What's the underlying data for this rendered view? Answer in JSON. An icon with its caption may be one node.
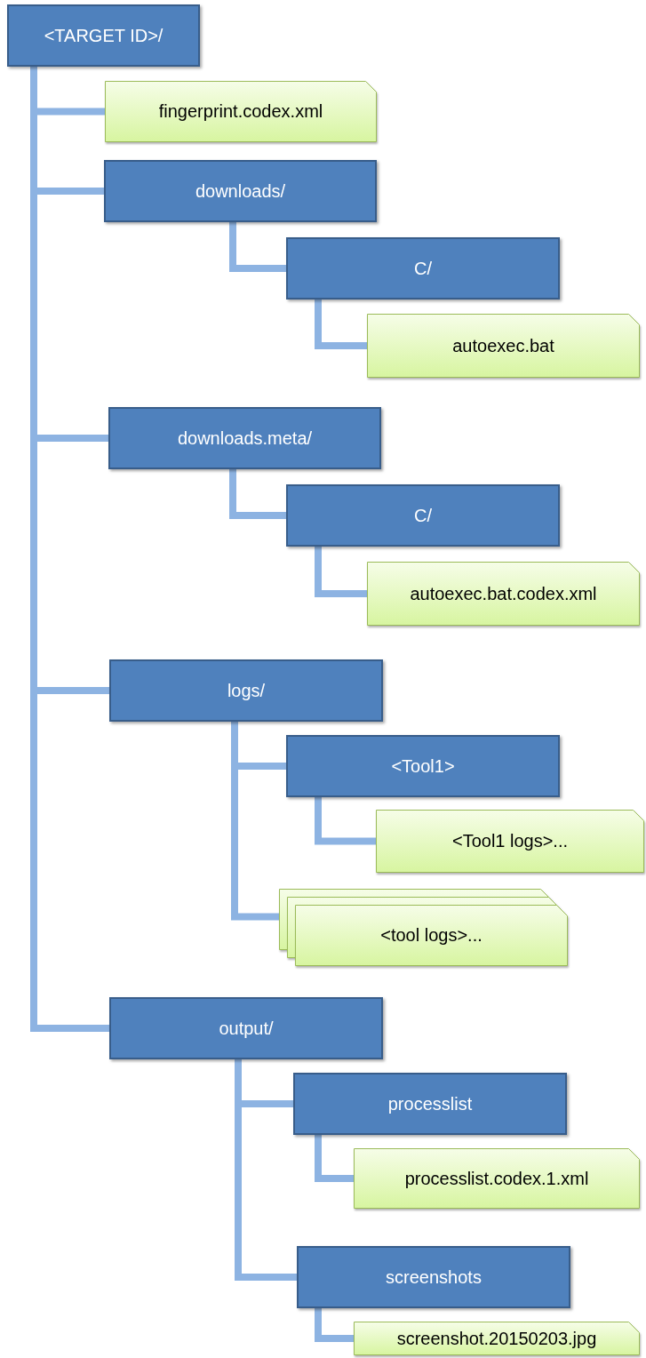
{
  "diagram": {
    "nodes": [
      {
        "text": [
          "<TARGET ID>/"
        ]
      },
      {
        "text": [
          "fingerprint.codex.xml"
        ]
      },
      {
        "text": [
          "downloads/"
        ]
      },
      {
        "text": [
          "C/"
        ]
      },
      {
        "text": [
          "autoexec.bat"
        ]
      },
      {
        "text": [
          "downloads.meta/"
        ]
      },
      {
        "text": [
          "C/"
        ]
      },
      {
        "text": [
          "autoexec.bat.codex.xml"
        ]
      },
      {
        "text": [
          "logs/"
        ]
      },
      {
        "text": [
          "<Tool1>"
        ]
      },
      {
        "text": [
          "<Tool1 logs>..."
        ]
      },
      {
        "text": [
          "<tool logs>..."
        ]
      },
      {
        "text": [
          "output/"
        ]
      },
      {
        "text": [
          "processlist"
        ]
      },
      {
        "text": [
          "processlist.codex.1.xml"
        ]
      },
      {
        "text": [
          "screenshots"
        ]
      },
      {
        "text": [
          "screenshot.20150203.jpg"
        ]
      }
    ],
    "edges": [
      {
        "from": 0,
        "to": 1,
        "arrow": "none"
      },
      {
        "from": 0,
        "to": 2,
        "arrow": "none"
      },
      {
        "from": 2,
        "to": 3,
        "arrow": "none"
      },
      {
        "from": 3,
        "to": 4,
        "arrow": "none"
      },
      {
        "from": 0,
        "to": 5,
        "arrow": "none"
      },
      {
        "from": 5,
        "to": 6,
        "arrow": "none"
      },
      {
        "from": 6,
        "to": 7,
        "arrow": "none"
      },
      {
        "from": 0,
        "to": 8,
        "arrow": "none"
      },
      {
        "from": 8,
        "to": 9,
        "arrow": "none"
      },
      {
        "from": 9,
        "to": 10,
        "arrow": "none"
      },
      {
        "from": 8,
        "to": 11,
        "arrow": "none"
      },
      {
        "from": 0,
        "to": 12,
        "arrow": "none"
      },
      {
        "from": 12,
        "to": 13,
        "arrow": "none"
      },
      {
        "from": 13,
        "to": 14,
        "arrow": "none"
      },
      {
        "from": 12,
        "to": 15,
        "arrow": "none"
      },
      {
        "from": 15,
        "to": 16,
        "arrow": "none"
      }
    ]
  }
}
